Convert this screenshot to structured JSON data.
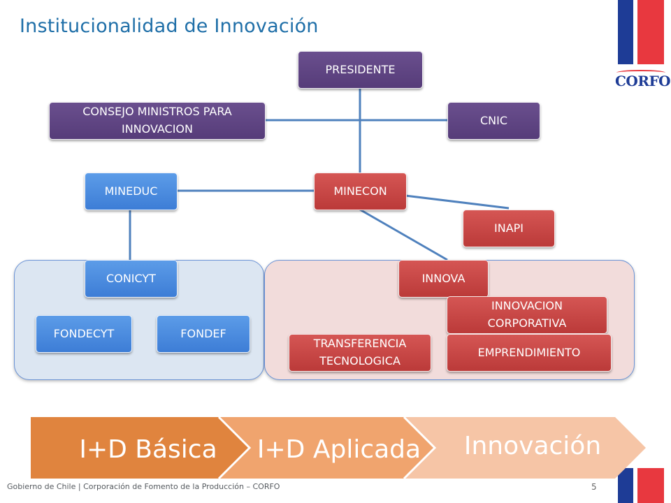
{
  "title": "Institucionalidad de Innovación",
  "logo": {
    "text": "CORFO"
  },
  "nodes": {
    "presidente": "PRESIDENTE",
    "consejo": "CONSEJO MINISTROS PARA INNOVACION",
    "cnic": "CNIC",
    "mineduc": "MINEDUC",
    "minecon": "MINECON",
    "inapi": "INAPI",
    "conicyt": "CONICYT",
    "innova": "INNOVA",
    "fondecyt": "FONDECYT",
    "fondef": "FONDEF",
    "innovacion_corporativa": "INNOVACION CORPORATIVA",
    "transferencia_tecnologica": "TRANSFERENCIA TECNOLOGICA",
    "emprendimiento": "EMPRENDIMIENTO"
  },
  "stages": [
    "I+D Básica",
    "I+D Aplicada",
    "Innovación"
  ],
  "footer": {
    "text": "Gobierno de Chile | Corporación de Fomento de la Producción – CORFO",
    "page_number": "5"
  },
  "colors": {
    "purple": "#5d4383",
    "red": "#c0504d",
    "blue": "#4f81bd",
    "stage1": "#e0843e",
    "stage2": "#f0a46e",
    "stage3": "#f6c5a6"
  }
}
